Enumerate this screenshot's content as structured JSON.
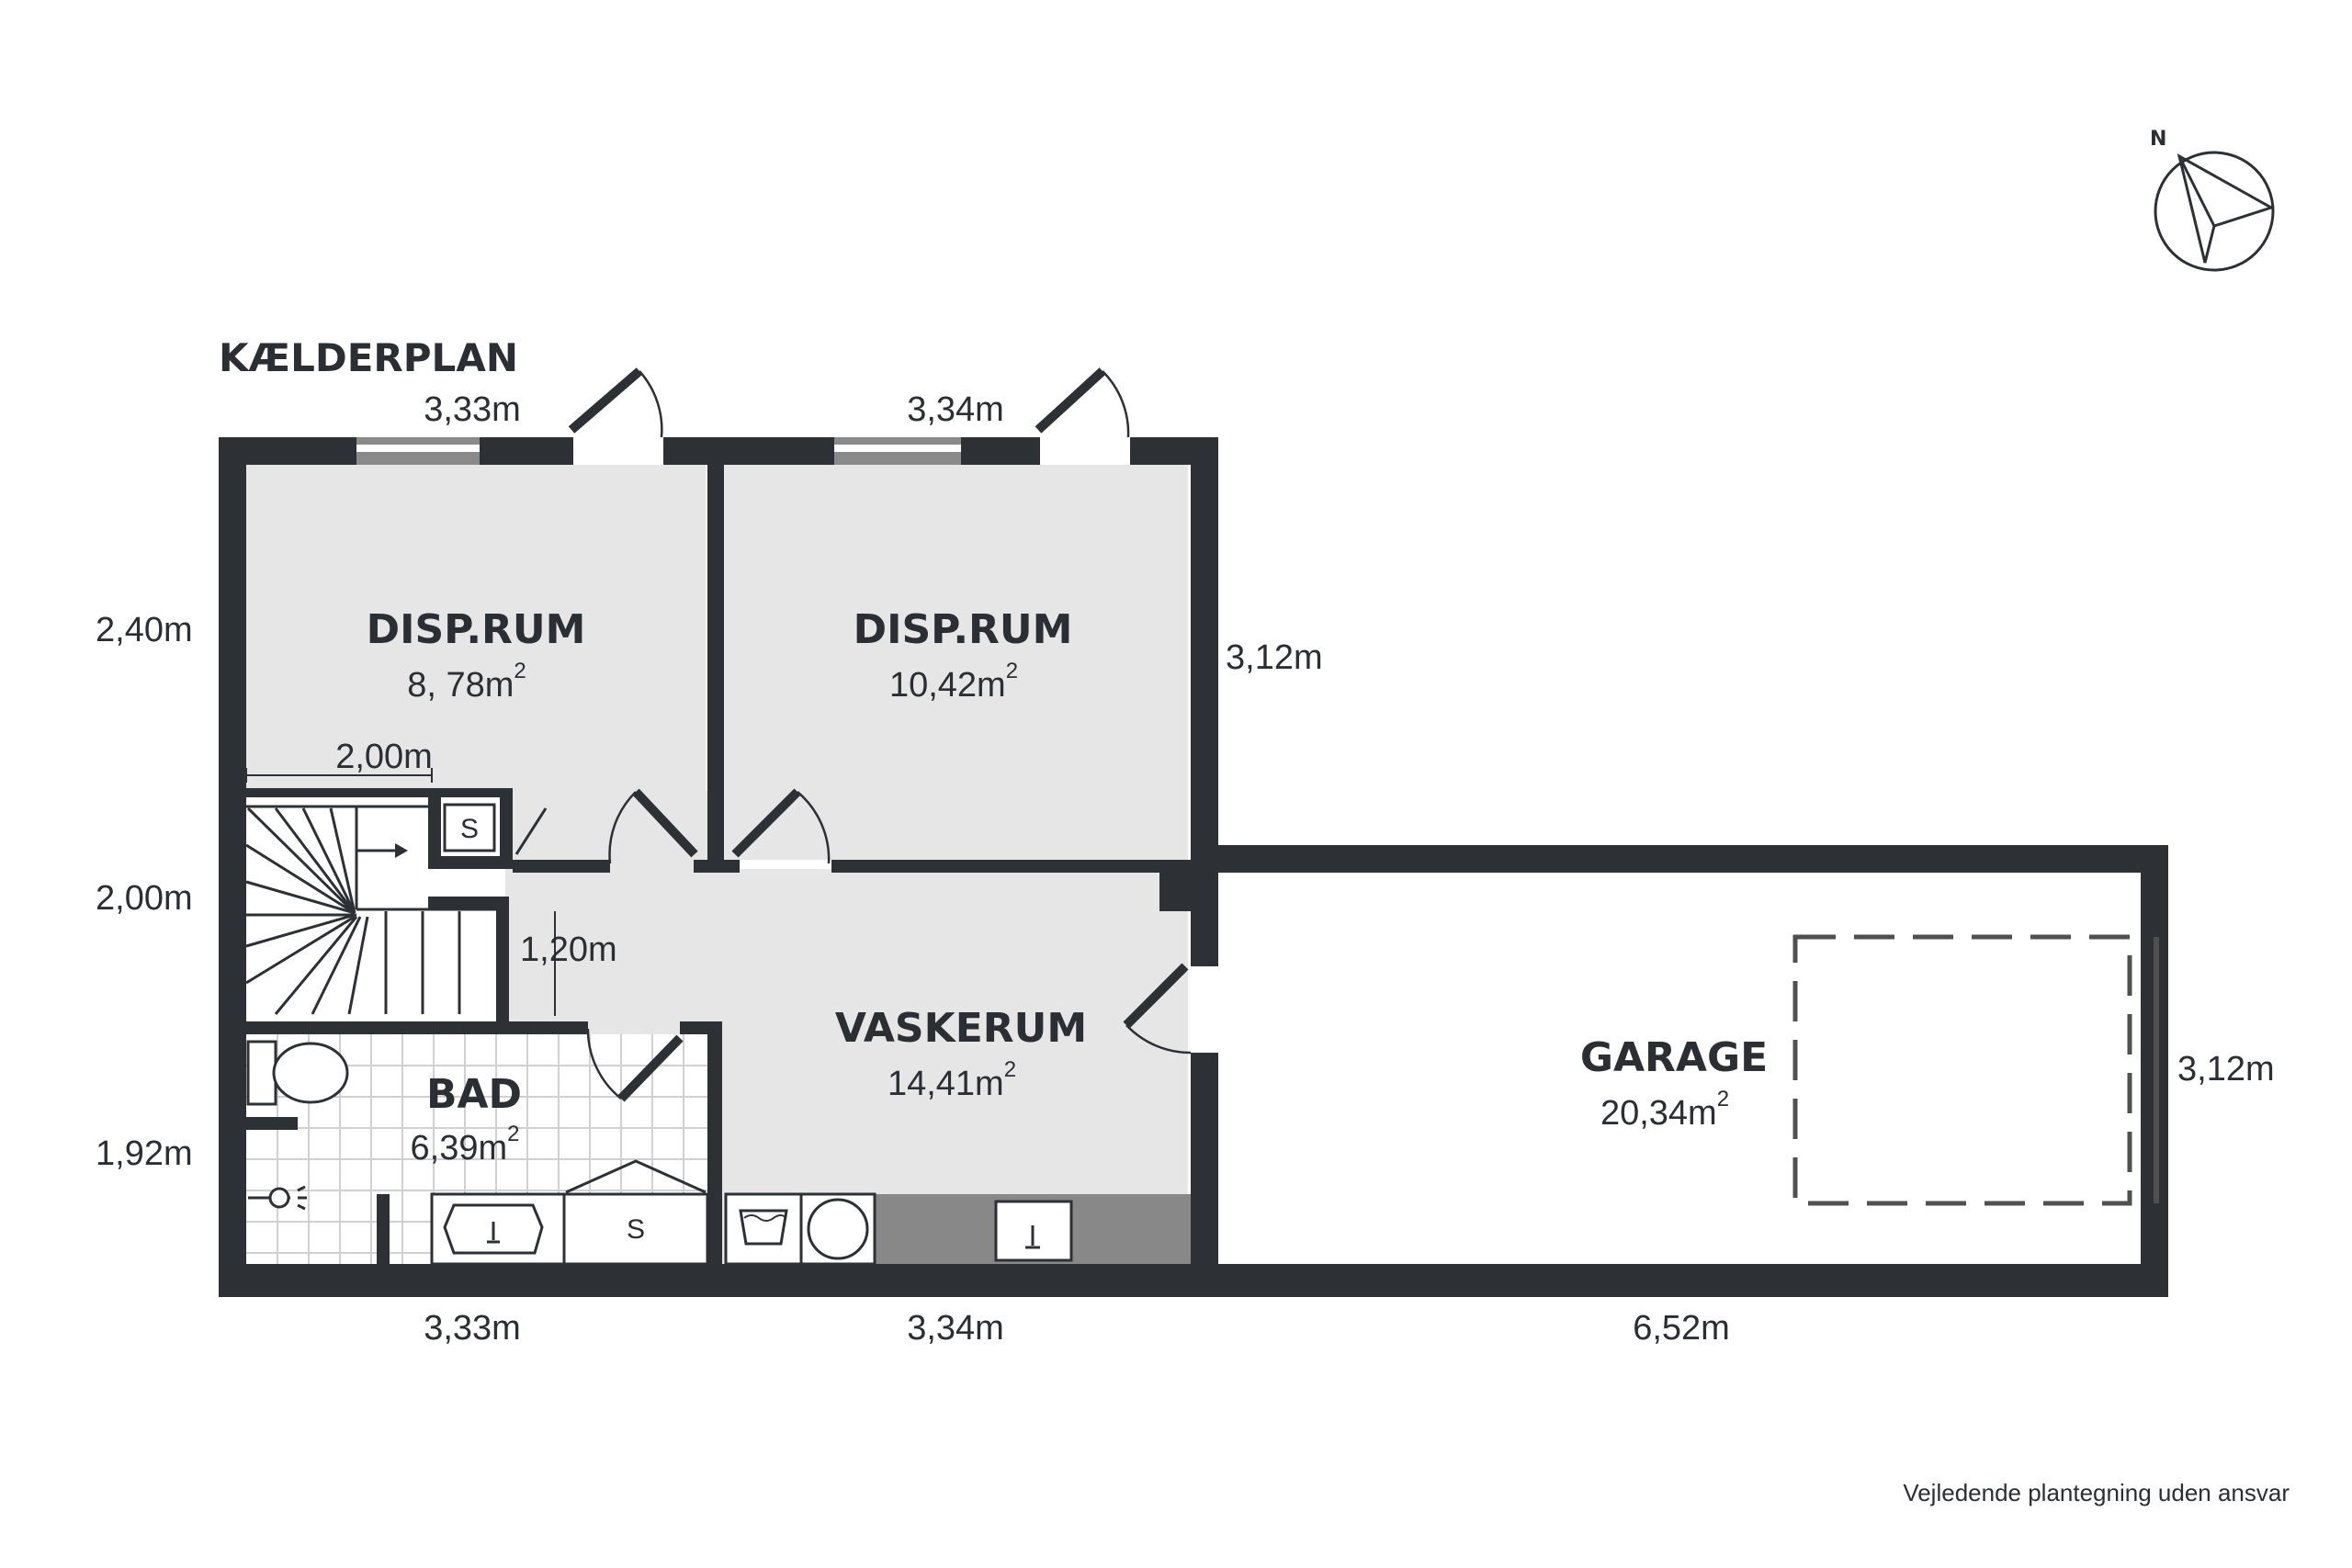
{
  "plan": {
    "title": "KÆLDERPLAN",
    "north_label": "N",
    "disclaimer": "Vejledende plantegning uden ansvar",
    "rooms": {
      "disp1": {
        "name": "DISP.RUM",
        "area": "8, 78m",
        "sup": "2"
      },
      "disp2": {
        "name": "DISP.RUM",
        "area": "10,42m",
        "sup": "2"
      },
      "vask": {
        "name": "VASKERUM",
        "area": "14,41m",
        "sup": "2"
      },
      "bad": {
        "name": "BAD",
        "area": "6,39m",
        "sup": "2"
      },
      "garage": {
        "name": "GARAGE",
        "area": "20,34m",
        "sup": "2"
      }
    },
    "fixtures": {
      "s1": "S",
      "s2": "S"
    },
    "dimensions": {
      "top_left": "3,33m",
      "top_right": "3,34m",
      "left_top": "2,40m",
      "left_mid": "2,00m",
      "left_bottom": "1,92m",
      "right_disp": "3,12m",
      "right_garage": "3,12m",
      "stair_width": "2,00m",
      "stair_depth": "1,20m",
      "bottom_left": "3,33m",
      "bottom_mid": "3,34m",
      "bottom_right": "6,52m"
    },
    "colors": {
      "wall": "#2d3035",
      "floor": "#e6e6e6",
      "counter": "#888888"
    }
  }
}
